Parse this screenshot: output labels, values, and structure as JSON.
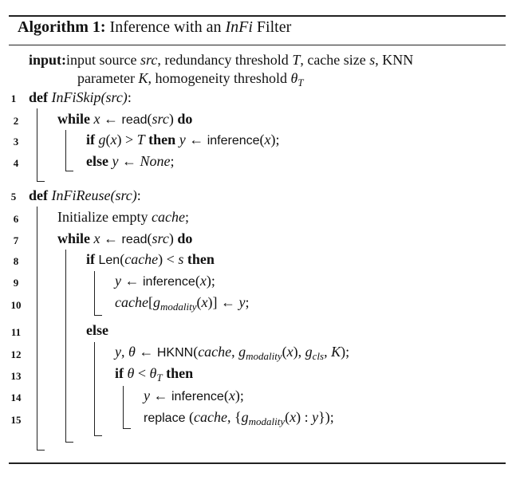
{
  "algorithm": {
    "label": "Algorithm 1:",
    "title_prefix": "Inference with an ",
    "title_em": "InFi",
    "title_suffix": " Filter"
  },
  "input": {
    "keyword": "input:",
    "line1": "input source src, redundancy threshold T, cache size s, KNN",
    "line2": "parameter K, homogeneity threshold θT"
  },
  "lines": [
    {
      "num": "1",
      "text": "def InFiSkip(src):"
    },
    {
      "num": "2",
      "text": "while x ← read(src) do"
    },
    {
      "num": "3",
      "text": "if g(x) > T then y ← inference(x);"
    },
    {
      "num": "4",
      "text": "else y ← None;"
    },
    {
      "num": "5",
      "text": "def InFiReuse(src):"
    },
    {
      "num": "6",
      "text": "Initialize empty cache;"
    },
    {
      "num": "7",
      "text": "while x ← read(src) do"
    },
    {
      "num": "8",
      "text": "if Len(cache) < s then"
    },
    {
      "num": "9",
      "text": "y ← inference(x);"
    },
    {
      "num": "10",
      "text": "cache[gmodality(x)] ← y;"
    },
    {
      "num": "11",
      "text": "else"
    },
    {
      "num": "12",
      "text": "y, θ ← HKNN(cache, gmodality(x), gcls, K);"
    },
    {
      "num": "13",
      "text": "if θ < θT then"
    },
    {
      "num": "14",
      "text": "y ← inference(x);"
    },
    {
      "num": "15",
      "text": "replace (cache, {gmodality(x) : y});"
    }
  ]
}
